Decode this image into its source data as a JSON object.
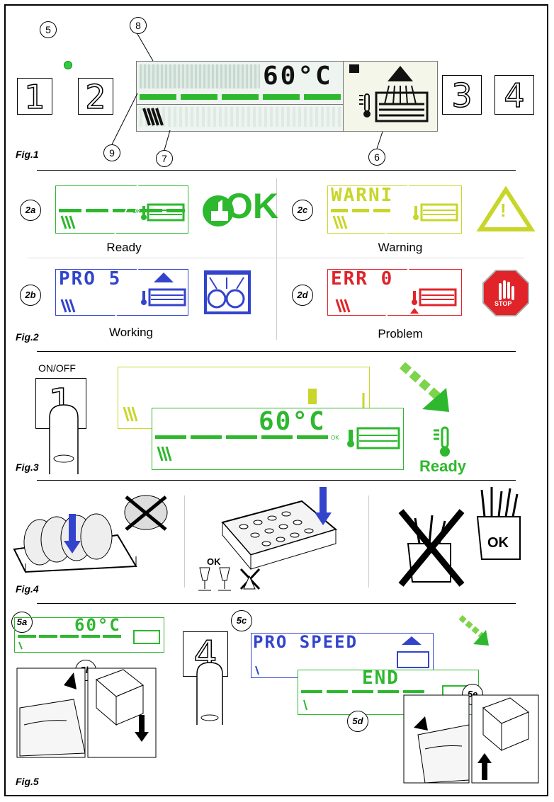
{
  "fig1": {
    "label": "Fig.1",
    "callouts": [
      "5",
      "8",
      "9",
      "7",
      "6"
    ],
    "keys": [
      "1",
      "2",
      "3",
      "4"
    ],
    "display_temp": "60°C"
  },
  "fig2": {
    "label": "Fig.2",
    "panels": [
      {
        "badge": "2a",
        "screen_text": "",
        "state": "Ready",
        "color": "#2eb82e",
        "icon_text": "OK"
      },
      {
        "badge": "2c",
        "screen_text": "WARNI",
        "state": "Warning",
        "color": "#c8d62a",
        "icon_text": "!"
      },
      {
        "badge": "2b",
        "screen_text": "PRO 5",
        "state": "Working",
        "color": "#3344cc",
        "icon_text": ""
      },
      {
        "badge": "2d",
        "screen_text": "ERR 0",
        "state": "Problem",
        "color": "#e0242a",
        "icon_text": "STOP"
      }
    ]
  },
  "fig3": {
    "label": "Fig.3",
    "onoff": "ON/OFF",
    "key": "1",
    "temp": "60°C",
    "ready": "Ready"
  },
  "fig4": {
    "label": "Fig.4",
    "ok_small": "OK",
    "ok_big": "OK"
  },
  "fig5": {
    "label": "Fig.5",
    "badges": [
      "5a",
      "5b",
      "5c",
      "5d",
      "5e"
    ],
    "temp": "60°C",
    "key": "4",
    "prog": "PRO SPEED",
    "end": "END"
  },
  "colors": {
    "green": "#2eb82e",
    "yellow": "#c8d62a",
    "blue": "#3344cc",
    "red": "#e0242a"
  }
}
